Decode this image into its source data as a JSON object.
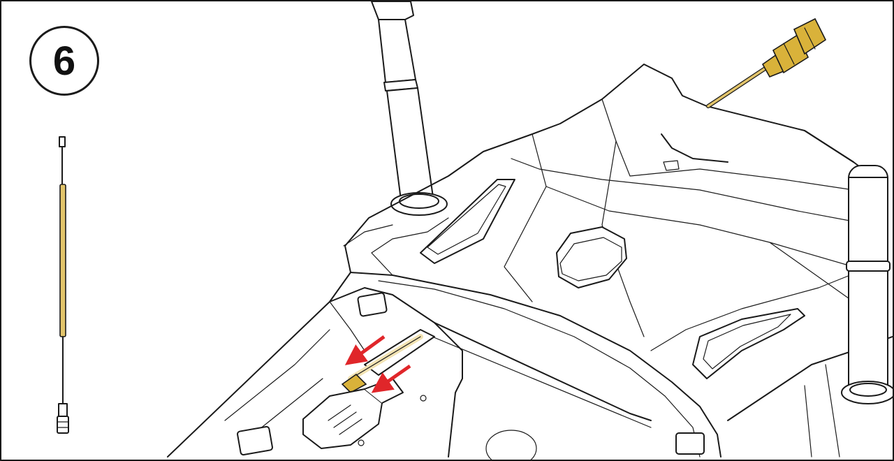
{
  "step": {
    "number": "6",
    "label": ""
  },
  "colors": {
    "line": "#1a1a1a",
    "antenna_cable": "#e2c46a",
    "connector_gold": "#d9b23a",
    "arrow": "#e0262a"
  },
  "parts": {
    "antenna_cable": "antenna-cable-with-connector",
    "left_mast": "antenna-mast-left",
    "right_mast": "antenna-mast-right",
    "body": "controller-housing"
  },
  "arrows": [
    {
      "name": "insert-direction-arrow-upper",
      "direction": "down-left"
    },
    {
      "name": "insert-direction-arrow-lower",
      "direction": "down-left"
    }
  ]
}
